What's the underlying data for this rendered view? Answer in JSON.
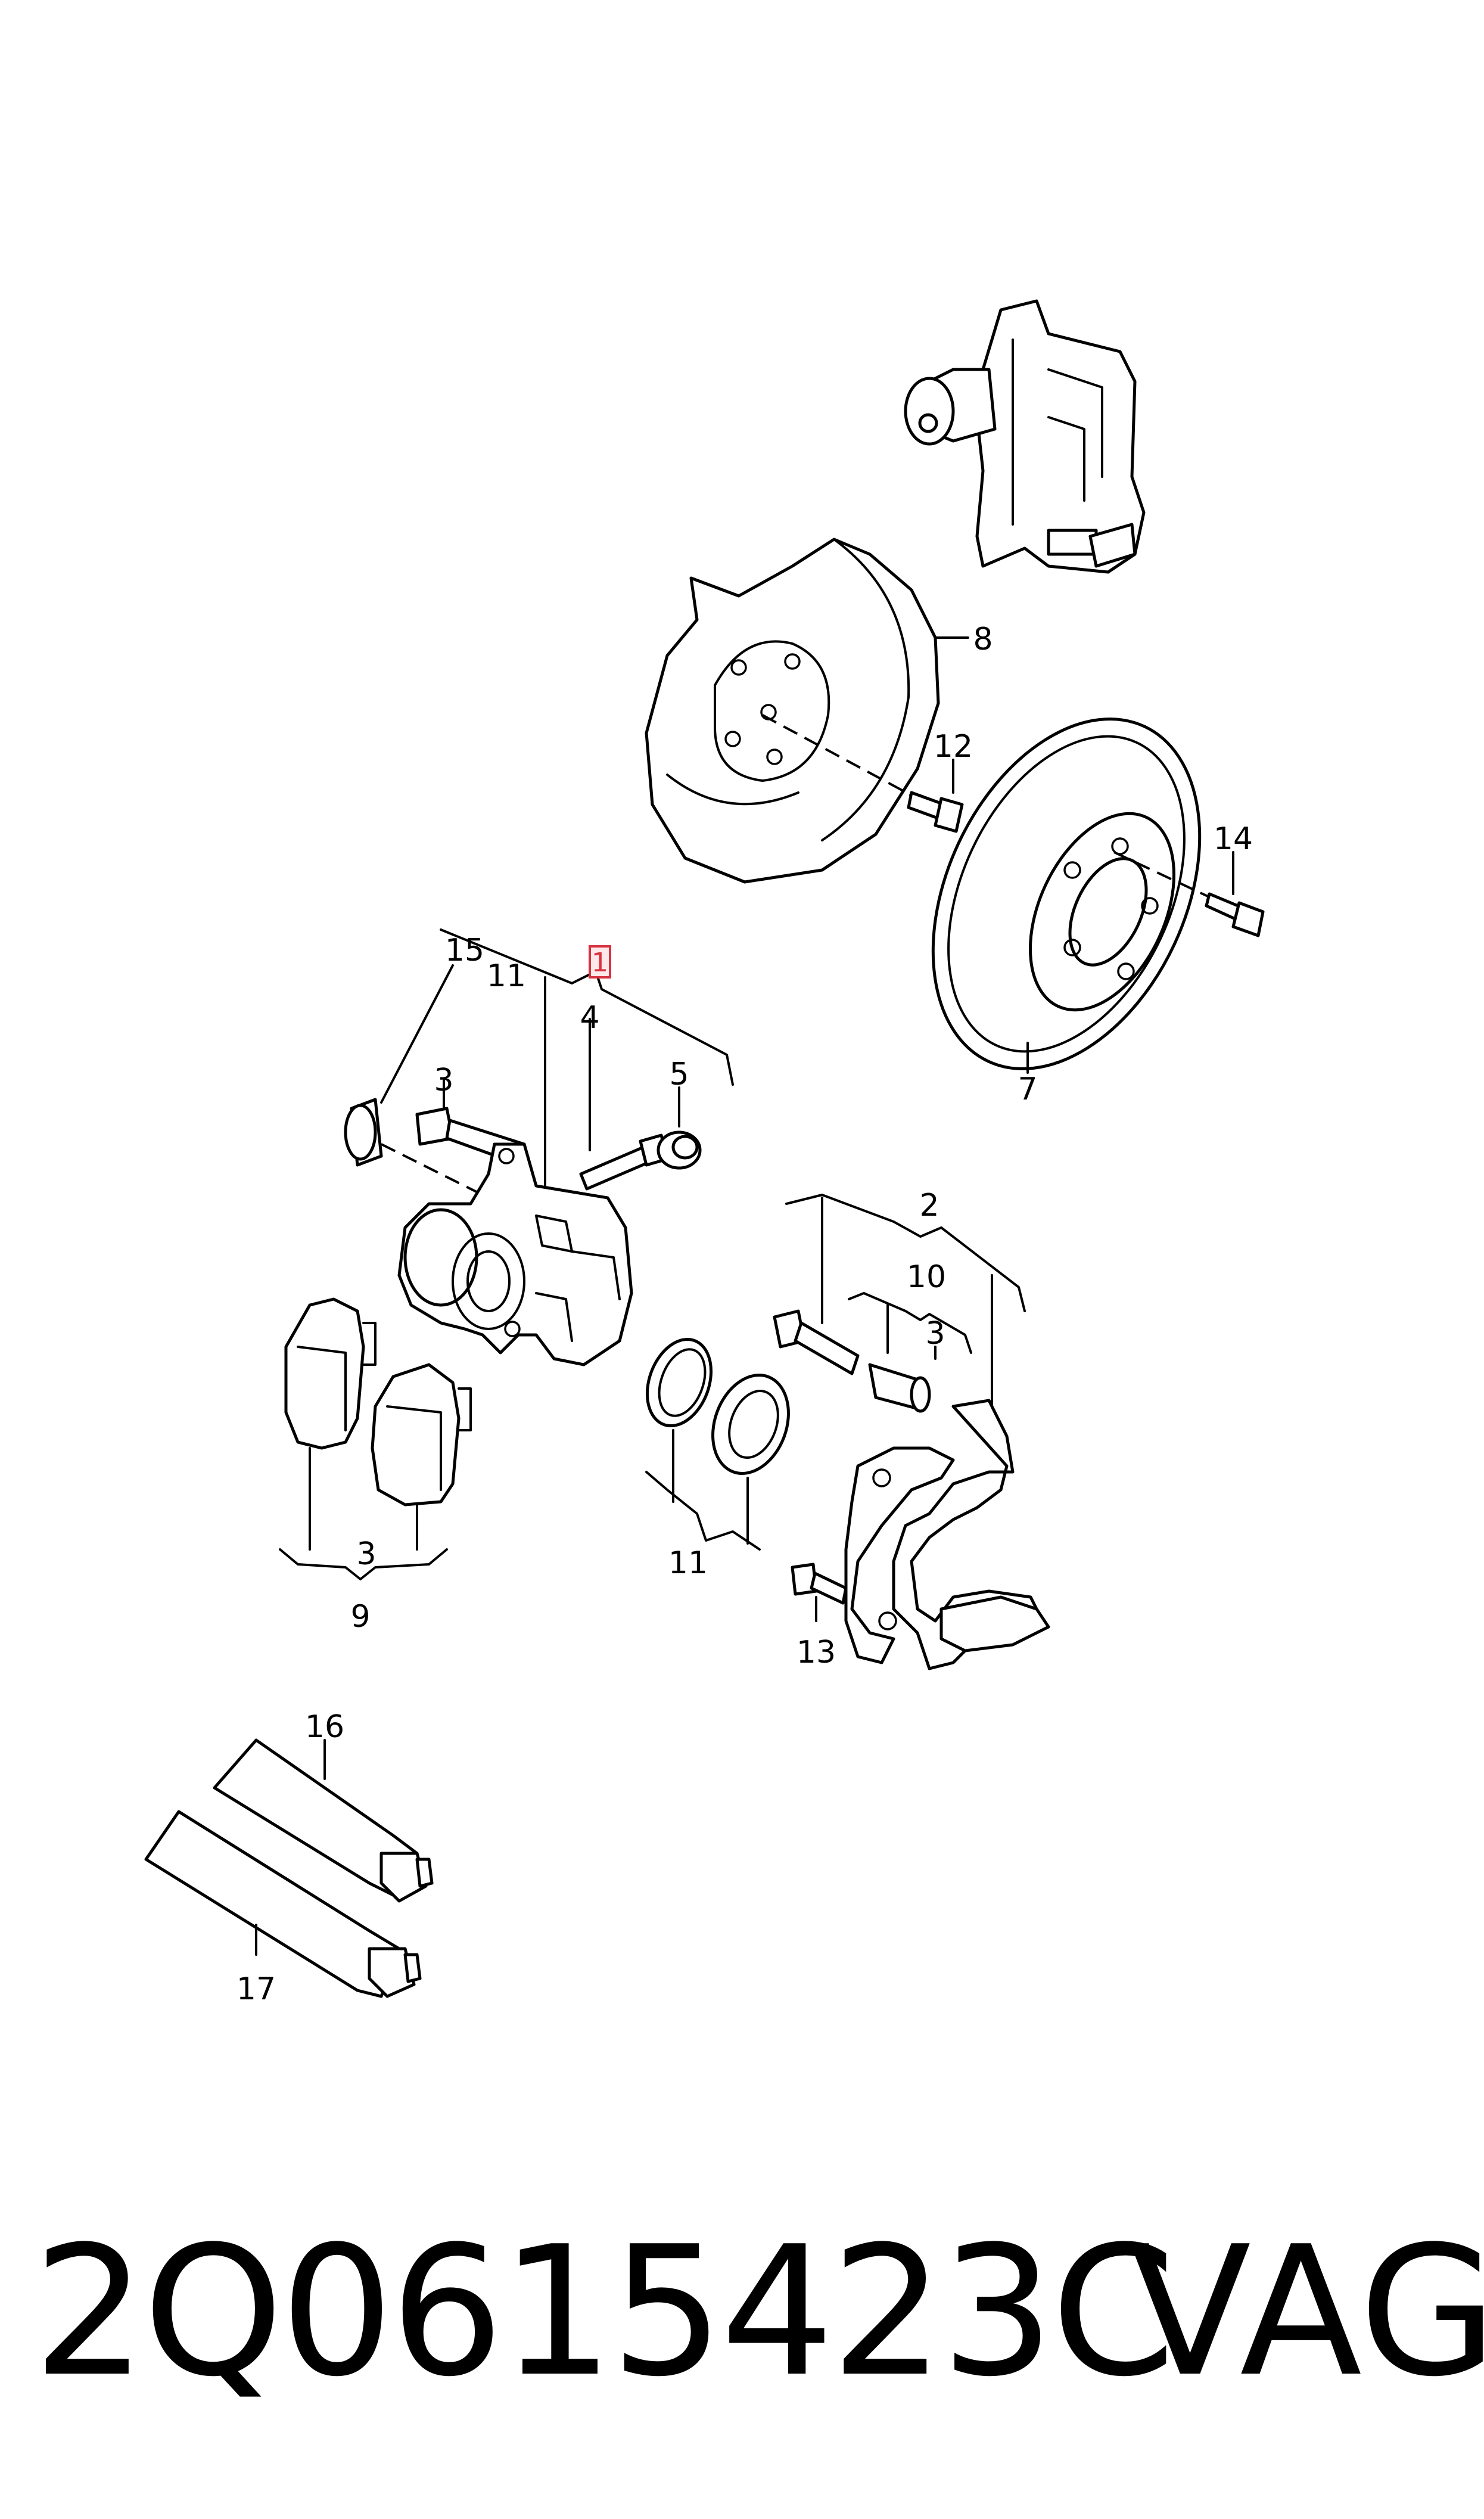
{
  "callouts": {
    "c1": "1",
    "c2": "2",
    "c3a": "3",
    "c3b": "3",
    "c3c": "3",
    "c4": "4",
    "c5": "5",
    "c7": "7",
    "c8": "8",
    "c9": "9",
    "c10": "10",
    "c11a": "11",
    "c11b": "11",
    "c12": "12",
    "c13": "13",
    "c14": "14",
    "c15": "15",
    "c16": "16",
    "c17": "17"
  },
  "highlight_color": "#d9323f",
  "footer": {
    "part_number": "2Q0615423C",
    "brand": "VAG"
  }
}
